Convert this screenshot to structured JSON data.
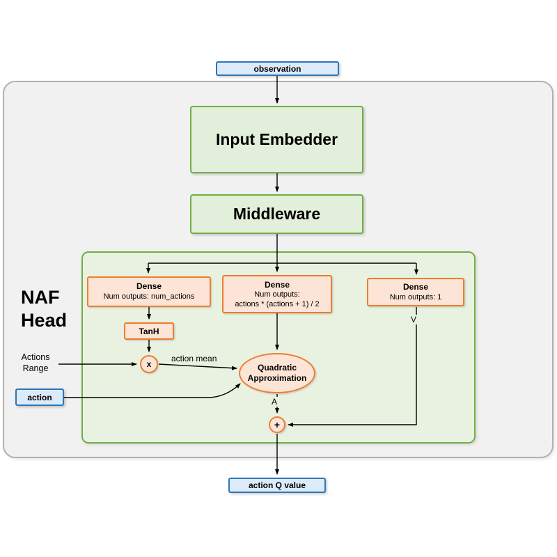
{
  "diagram": {
    "naf_head_label": {
      "line1": "NAF",
      "line2": "Head"
    },
    "nodes": {
      "observation": {
        "label": "observation"
      },
      "input_embedder": {
        "label": "Input Embedder"
      },
      "middleware": {
        "label": "Middleware"
      },
      "dense_actions": {
        "title": "Dense",
        "subtitle": "Num outputs: num_actions"
      },
      "dense_quadratic": {
        "title": "Dense",
        "subtitle1": "Num outputs:",
        "subtitle2": "actions * (actions + 1) / 2"
      },
      "dense_value": {
        "title": "Dense",
        "subtitle": "Num outputs: 1"
      },
      "tanh": {
        "label": "TanH"
      },
      "multiply": {
        "label": "x"
      },
      "quadratic_approximation": {
        "line1": "Quadratic",
        "line2": "Approximation"
      },
      "sum": {
        "label": "+"
      },
      "action": {
        "label": "action"
      },
      "action_q_value": {
        "label": "action Q value"
      }
    },
    "edge_labels": {
      "actions_range": {
        "line1": "Actions",
        "line2": "Range"
      },
      "action_mean": "action mean",
      "advantage": "A",
      "state_value": "V"
    },
    "colors": {
      "blue_fill": "#dcebf9",
      "blue_border": "#2e75b6",
      "green_fill": "#e2efda",
      "green_border": "#70ad47",
      "orange_fill": "#fce4d6",
      "orange_border": "#ed7d31",
      "outer_panel_fill": "#f1f1f1",
      "outer_panel_border": "#b1b1b1",
      "naf_panel_fill": "#e9f2e0",
      "connector": "#000000"
    }
  }
}
